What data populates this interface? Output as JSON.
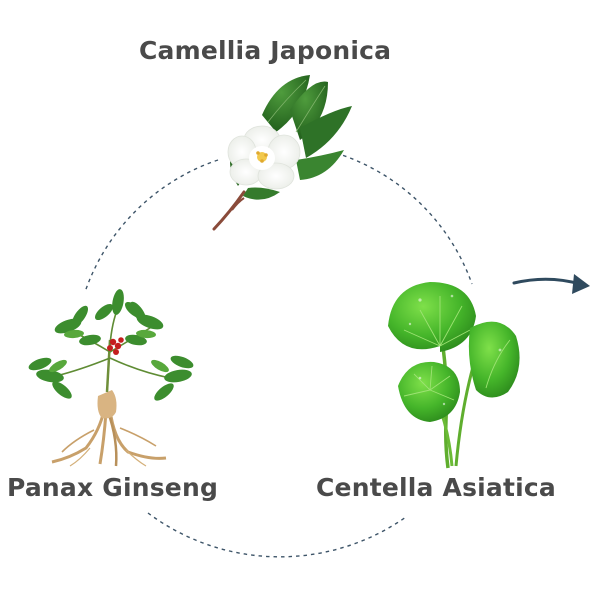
{
  "labels": {
    "top": "Camellia Japonica",
    "left": "Panax Ginseng",
    "right": "Centella Asiatica"
  },
  "icons": {
    "camellia": "camellia-flower-icon",
    "ginseng": "ginseng-plant-icon",
    "centella": "centella-leaves-icon",
    "arrow": "curved-arrow-right-icon"
  },
  "colors": {
    "label_text": "#4a4a4a",
    "dashed_circle": "#3d5468",
    "arrow": "#2f4a5e",
    "leaf_dark": "#2f7a2a",
    "leaf_bright": "#4cbf2e",
    "root": "#c8a06a",
    "berry": "#c41e1e"
  }
}
